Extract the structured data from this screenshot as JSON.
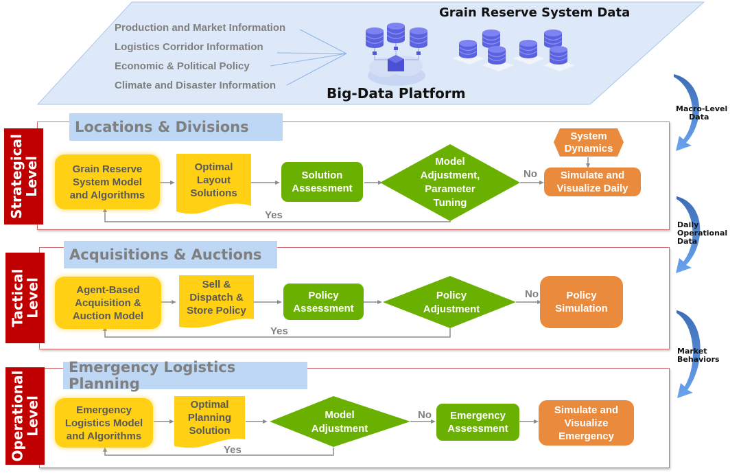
{
  "data_layer": {
    "title": "Grain Reserve System Data",
    "platform_label": "Big-Data Platform",
    "sources": [
      "Production and Market Information",
      "Logistics Corridor Information",
      "Economic & Political Policy",
      "Climate and Disaster Information"
    ],
    "icons": [
      "database-icon",
      "cloud-platform-icon",
      "server-icon"
    ]
  },
  "flows": [
    {
      "label": "Macro-Level\n     Data"
    },
    {
      "label": "Daily\nOperational\nData"
    },
    {
      "label": "Market\nBehaviors"
    }
  ],
  "levels": [
    {
      "tag": "Strategical\nLevel",
      "section_title": "Locations & Divisions",
      "nodes": {
        "model": "Grain Reserve\nSystem Model\nand Algorithms",
        "solution": "Optimal\nLayout\nSolutions",
        "assessment": "Solution\nAssessment",
        "decision": "Model\nAdjustment,\nParameter\nTuning",
        "extra": "System\nDynamics",
        "output": "Simulate and\nVisualize Daily"
      },
      "yes_label": "Yes",
      "no_label": "No"
    },
    {
      "tag": "Tactical\nLevel",
      "section_title": "Acquisitions & Auctions",
      "nodes": {
        "model": "Agent-Based\nAcquisition &\nAuction Model",
        "solution": "Sell &\nDispatch &\nStore Policy",
        "assessment": "Policy\nAssessment",
        "decision": "Policy\nAdjustment",
        "output": "Policy\nSimulation"
      },
      "yes_label": "Yes",
      "no_label": "No"
    },
    {
      "tag": "Operational\nLevel",
      "section_title": "Emergency Logistics Planning",
      "nodes": {
        "model": "Emergency\nLogistics Model\nand Algorithms",
        "solution": "Optimal\nPlanning\nSolution",
        "decision": "Model\nAdjustment",
        "assessment": "Emergency\nAssessment",
        "output": "Simulate and\nVisualize\nEmergency"
      },
      "yes_label": "Yes",
      "no_label": "No"
    }
  ],
  "colors": {
    "level_tag": "#c00000",
    "section_bg": "#bdd7f5",
    "yellow": "#ffd014",
    "green": "#6ab000",
    "orange": "#ea8a3c",
    "platform_bg": "#dde9f8",
    "database": "#5b62e0",
    "flow_arrow": "#4a7fd0"
  }
}
